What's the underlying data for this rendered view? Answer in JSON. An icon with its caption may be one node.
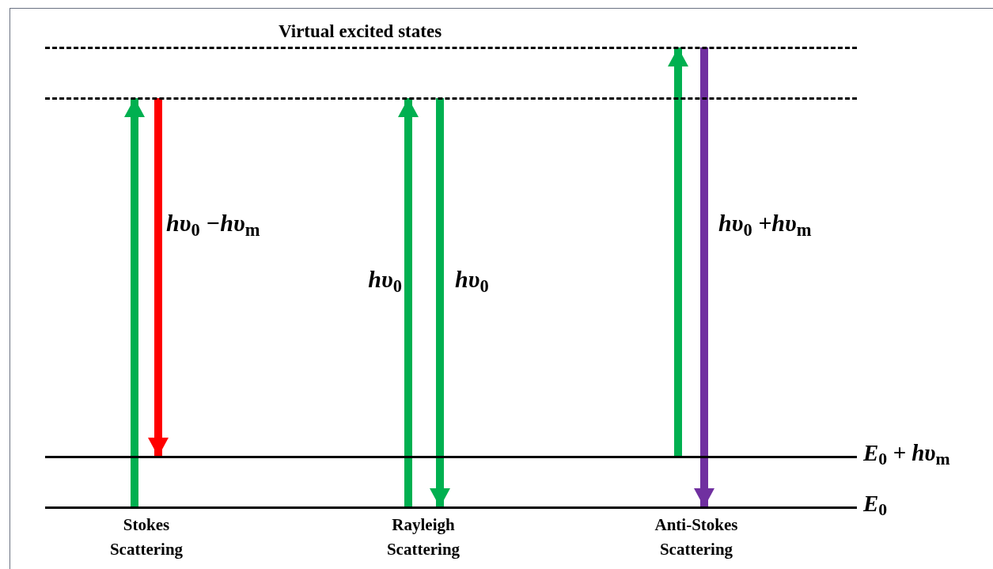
{
  "diagram": {
    "nodes": [
      {
        "text": [
          "Virtual excited states"
        ]
      },
      {
        "text": [],
        "shape": "bar"
      },
      {
        "text": [
          "E$_{0}$ + hυ$_{m}$"
        ]
      },
      {
        "text": [
          "E$_{0}$"
        ]
      }
    ],
    "edges": [
      {
        "from": 3,
        "to": 1,
        "arrow": "to"
      },
      {
        "from": 1,
        "to": 2,
        "arrow": "to",
        "label": "hυ$_{0}$ −hυ$_{m}$",
        "color": "#ff0000"
      },
      {
        "from": 3,
        "to": 1,
        "arrow": "to",
        "label": "hυ$_{0}$"
      },
      {
        "from": 1,
        "to": 3,
        "arrow": "to",
        "label": "hυ$_{0}$"
      },
      {
        "from": 2,
        "to": 0,
        "arrow": "to"
      },
      {
        "from": 0,
        "to": 3,
        "arrow": "to",
        "label": "hυ$_{0}$ +hυ$_{m}$",
        "color": "#7030a0"
      }
    ],
    "labels": [
      "Stokes Scattering",
      "Rayleigh Scattering",
      "Anti-Stokes Scattering"
    ]
  }
}
